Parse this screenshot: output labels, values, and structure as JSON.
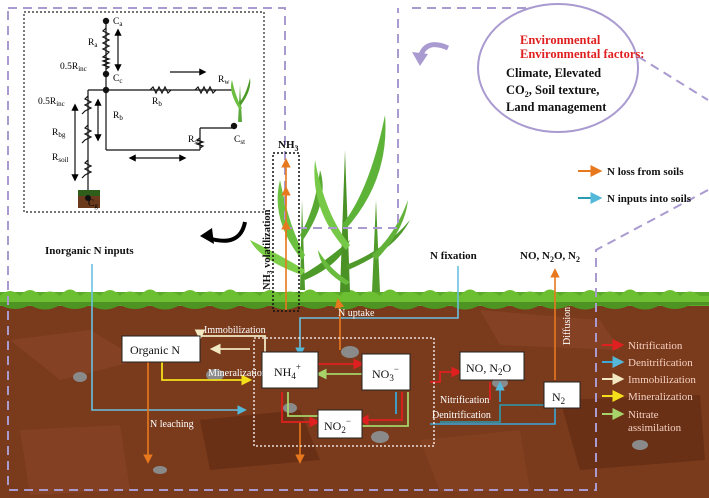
{
  "env_box": {
    "title": "Environmental factors:",
    "items": [
      "Climate, Elevated",
      "CO",
      "2",
      ", Soil texture,",
      "Land management"
    ]
  },
  "resistance": {
    "Ca": "C",
    "Ca_sub": "a",
    "Ra": "R",
    "Ra_sub": "a",
    "Rinc1": "0.5R",
    "Rinc1_sub": "inc",
    "Cc": "C",
    "Cc_sub": "c",
    "Rw": "R",
    "Rw_sub": "w",
    "Rb1": "R",
    "Rb1_sub": "b",
    "Rinc2": "0.5R",
    "Rinc2_sub": "inc",
    "Rb2": "R",
    "Rb2_sub": "b",
    "Rbg": "R",
    "Rbg_sub": "bg",
    "Rst": "R",
    "Rst_sub": "st",
    "Cst": "C",
    "Cst_sub": "st",
    "Rsoil": "R",
    "Rsoil_sub": "soil",
    "Cg": "C",
    "Cg_sub": "g"
  },
  "labels": {
    "nh3_top": "NH",
    "nh3_top_sub": "3",
    "volatilization": "NH",
    "volatilization_sub": "3",
    "volatilization_rest": " volatilization",
    "inorganic_inputs": "Inorganic N inputs",
    "n_fixation": "N fixation",
    "gases_top": "NO, N",
    "gases_top_sub": "2",
    "gases_top_rest": "O, N",
    "gases_top_sub2": "2",
    "n_uptake": "N uptake",
    "immobilization": "Immobilization",
    "mineralization": "Mineralization",
    "nitrification": "Nitrification",
    "denitrification": "Denitrification",
    "n_leaching": "N leaching",
    "diffusion": "Diffusion"
  },
  "boxes": {
    "organic_n": "Organic N",
    "nh4": "NH",
    "nh4_sub": "4",
    "nh4_sup": "+",
    "no3": "NO",
    "no3_sub": "3",
    "no3_sup": "−",
    "no2": "NO",
    "no2_sub": "2",
    "no2_sup": "−",
    "no_n2o": "NO, N",
    "no_n2o_sub": "2",
    "no_n2o_rest": "O",
    "n2": "N",
    "n2_sub": "2"
  },
  "legend_top": [
    {
      "label": "N loss from soils",
      "color": "#e8781e"
    },
    {
      "label": "N inputs into soils",
      "color": "#2a9bb0"
    }
  ],
  "legend_bottom": [
    {
      "label": "Nitrification",
      "color": "#e02020"
    },
    {
      "label": "Denitrification",
      "color": "#3aa8d8"
    },
    {
      "label": "Immobilization",
      "color": "#f2e8c2"
    },
    {
      "label": "Mineralization",
      "color": "#f4e01a"
    },
    {
      "label": "Nitrate",
      "color": "#a6d46a"
    },
    {
      "label": "assimilation",
      "color": "#a6d46a"
    }
  ],
  "colors": {
    "soil": "#7a3a1c",
    "grass": "#5caa2a",
    "loss": "#e8781e",
    "input": "#2a9bb0",
    "dashed": "#a99ad0"
  }
}
